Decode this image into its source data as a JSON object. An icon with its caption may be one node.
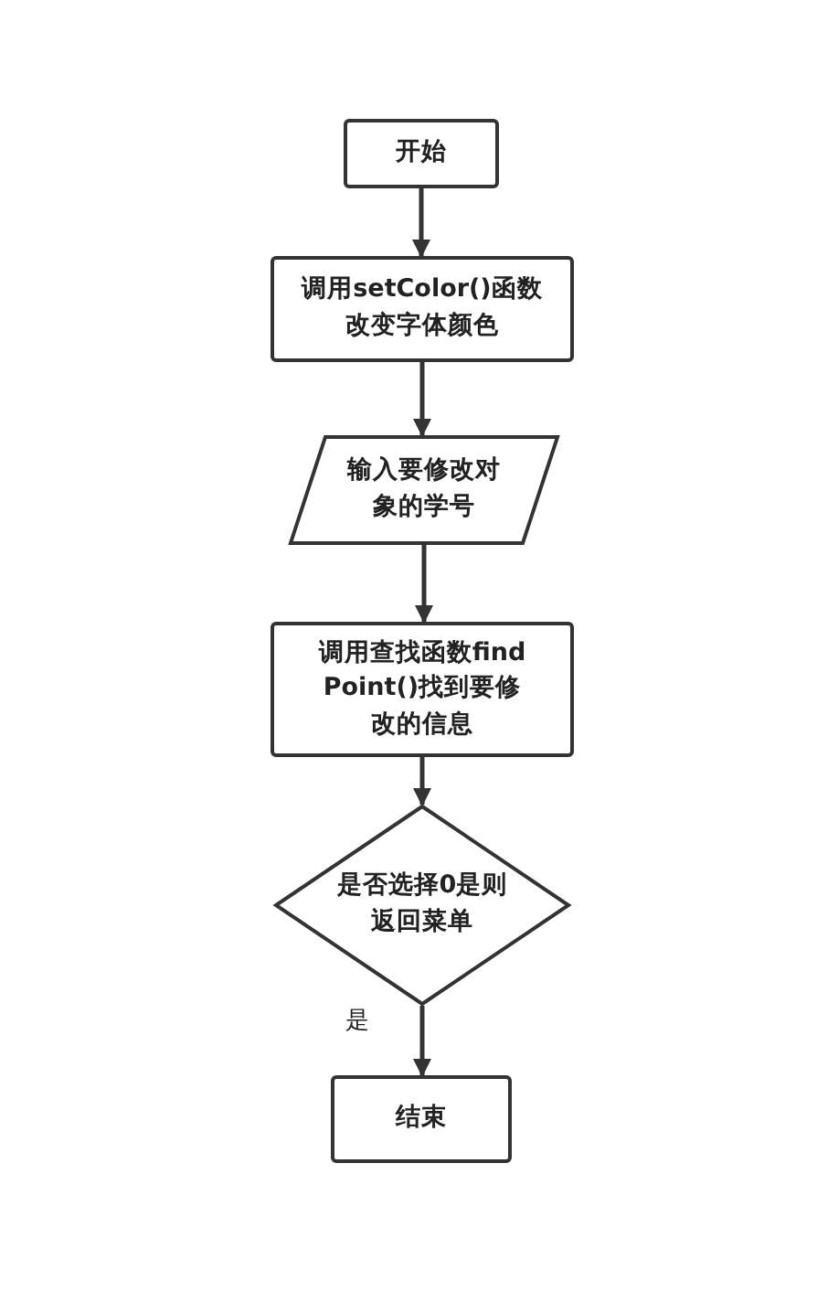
{
  "diagram": {
    "nodes": [
      {
        "text": [
          "开始"
        ]
      },
      {
        "text": [
          "调用setColor()函数改变字体颜色"
        ]
      },
      {
        "text": [
          "输入要修改对象的学号"
        ]
      },
      {
        "text": [
          "调用查找函数findPoint()找到要修改的信息"
        ]
      },
      {
        "text": [
          "是否选择0是则返回菜单"
        ]
      },
      {
        "text": [
          "结束"
        ]
      }
    ],
    "edges": [
      {
        "from": 0,
        "to": 1,
        "arrow": "to"
      },
      {
        "from": 1,
        "to": 2,
        "arrow": "to"
      },
      {
        "from": 2,
        "to": 3,
        "arrow": "to"
      },
      {
        "from": 3,
        "to": 4,
        "arrow": "to"
      },
      {
        "from": 4,
        "to": 5,
        "arrow": "to",
        "label": "是"
      }
    ]
  }
}
